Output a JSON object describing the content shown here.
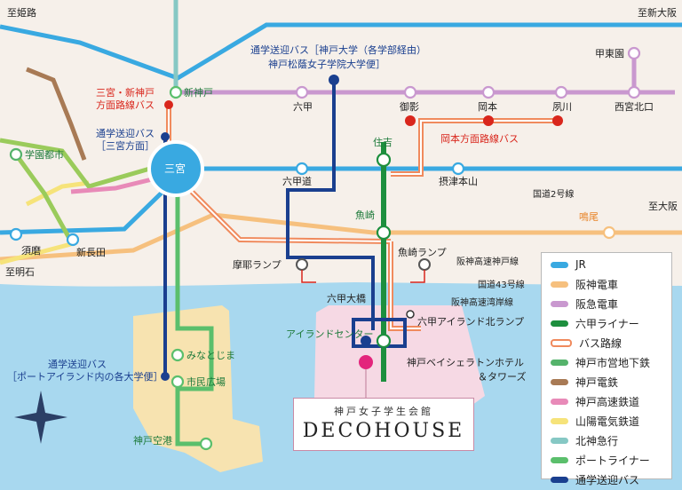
{
  "directions": {
    "himeji": "至姫路",
    "shin_osaka": "至新大阪",
    "osaka": "至大阪",
    "akashi": "至明石"
  },
  "roads": {
    "route2": "国道2号線",
    "route43": "国道43号線",
    "hanshin_kobe": "阪神高速神戸線",
    "hanshin_wangan": "阪神高速湾岸線"
  },
  "stations": {
    "shin_kobe": "新神戸",
    "sannomiya": "三宮",
    "gakuen_toshi": "学園都市",
    "suma": "須磨",
    "shin_nagata": "新長田",
    "rokko": "六甲",
    "mikage": "御影",
    "okamoto": "岡本",
    "shukugawa": "夙川",
    "nishinomiya_kitaguchi": "西宮北口",
    "koto_en": "甲東園",
    "sumiyoshi": "住吉",
    "rokkomichi": "六甲道",
    "setsu_motoyama": "摂津本山",
    "uozaki": "魚崎",
    "naruo": "鳴尾",
    "minatojima": "みなとじま",
    "shimin_hiroba": "市民広場",
    "kobe_airport": "神戸空港",
    "island_center": "アイランドセンター",
    "rokko_ohashi": "六甲大橋"
  },
  "ramps": {
    "maya": "摩耶ランプ",
    "uozaki": "魚崎ランプ",
    "rokko_island_north": "六甲アイランド北ランプ"
  },
  "bus_notes": {
    "sannomiya_shinkobe": [
      "三宮・新神戸",
      "方面路線バス"
    ],
    "school_bus_sannomiya": [
      "通学送迎バス",
      "［三宮方面］"
    ],
    "school_bus_kobe_univ": [
      "通学送迎バス［神戸大学（各学部経由）",
      "神戸松蔭女子学院大学便］"
    ],
    "okamoto_line": "岡本方面路線バス",
    "school_bus_port_island": [
      "通学送迎バス",
      "［ポートアイランド内の各大学便］"
    ]
  },
  "hotel": [
    "神戸ベイシェラトンホテル",
    "＆タワーズ"
  ],
  "deco": {
    "subtitle": "神戸女子学生会館",
    "title": "DECOHOUSE"
  },
  "legend": [
    {
      "label": "JR",
      "color": "#39a9e1"
    },
    {
      "label": "阪神電車",
      "color": "#f6c07e"
    },
    {
      "label": "阪急電車",
      "color": "#c998cf"
    },
    {
      "label": "六甲ライナー",
      "color": "#1d8f3e"
    },
    {
      "label": "バス路線",
      "color": "#f08a5d",
      "style": "bus"
    },
    {
      "label": "神戸市営地下鉄",
      "color": "#55b36b"
    },
    {
      "label": "神戸電鉄",
      "color": "#a87a55"
    },
    {
      "label": "神戸高速鉄道",
      "color": "#e88ab8"
    },
    {
      "label": "山陽電気鉄道",
      "color": "#f6e37a"
    },
    {
      "label": "北神急行",
      "color": "#86c8c4"
    },
    {
      "label": "ポートライナー",
      "color": "#5bbf6c"
    },
    {
      "label": "通学送迎バス",
      "color": "#1a3f8f"
    }
  ]
}
